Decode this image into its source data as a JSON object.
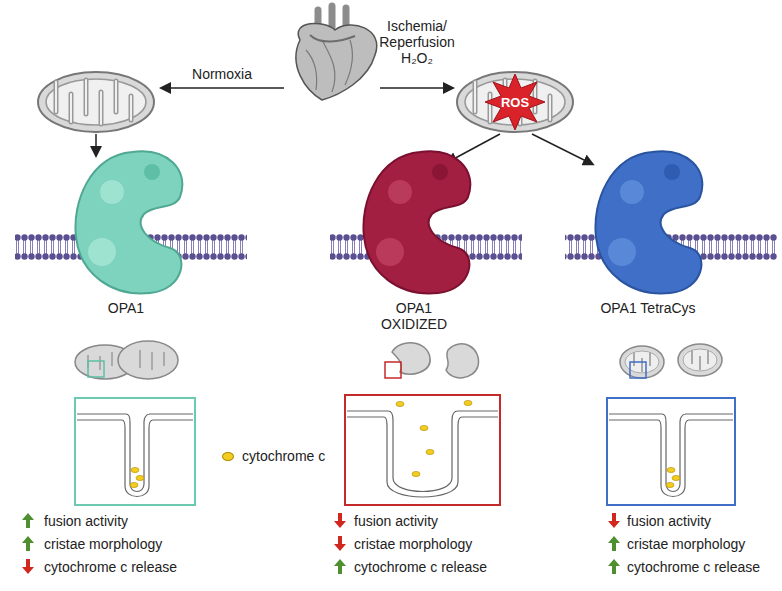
{
  "diagram": {
    "nodes": [
      {
        "text": [
          "ROS"
        ]
      }
    ],
    "labels": [
      "Normoxia",
      "Ischemia/ Reperfusion H₂O₂",
      "OPA1",
      "OPA1 OXIDIZED",
      "OPA1 TetraCys",
      "fusion activity",
      "cristae morphology",
      "cytochrome c release",
      "fusion activity",
      "cristae morphology",
      "cytochrome c release",
      "fusion activity",
      "cristae morphology",
      "cytochrome c release"
    ],
    "legend": [
      {
        "text": "cytochrome c",
        "color": "#f2cd1f"
      }
    ]
  }
}
